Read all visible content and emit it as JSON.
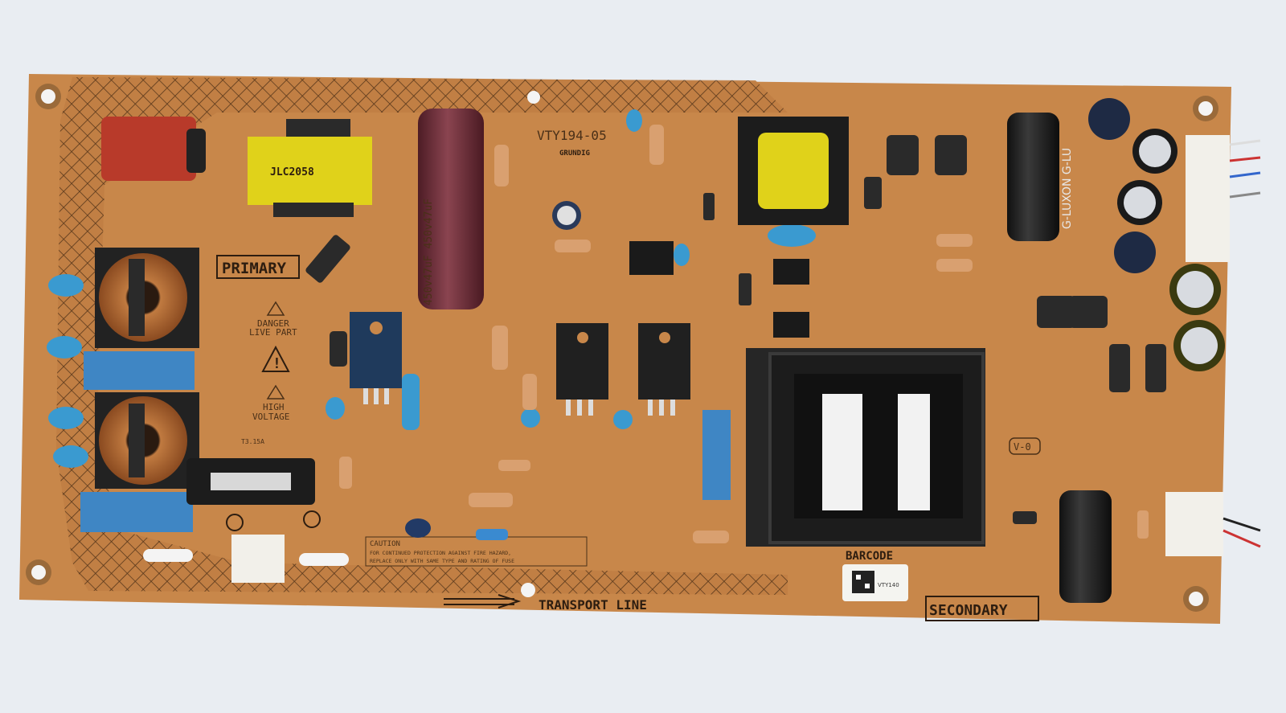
{
  "board": {
    "model": "VTY194-05",
    "brand": "GRUNDIG",
    "primary_label": "PRIMARY",
    "secondary_label": "SECONDARY",
    "transport_label": "TRANSPORT LINE",
    "barcode_label": "BARCODE",
    "danger_label_1": "DANGER",
    "danger_label_2": "LIVE PART",
    "high_voltage_1": "HIGH",
    "high_voltage_2": "VOLTAGE",
    "transformer_marking": "JLC2058",
    "main_cap_marking": "450v47uF 450v47uF",
    "secondary_cap_marking": "G-LUXON G-LU",
    "flammability": "V-0",
    "caution_title": "CAUTION",
    "caution_line_1": "FOR CONTINUED PROTECTION AGAINST FIRE HAZARD,",
    "caution_line_2": "REPLACE ONLY WITH SAME TYPE AND RATING OF FUSE",
    "barcode_sticker": "VTY140",
    "fuse_rating": "T3.15A"
  },
  "colors": {
    "board": "#c8874a",
    "hatch": "#4a2e16",
    "capacitor_purple": "#6b2a35",
    "ceramic_blue": "#3a9ad0",
    "x_cap_blue": "#3f86c4",
    "heatsink": "#1f3a5c"
  }
}
